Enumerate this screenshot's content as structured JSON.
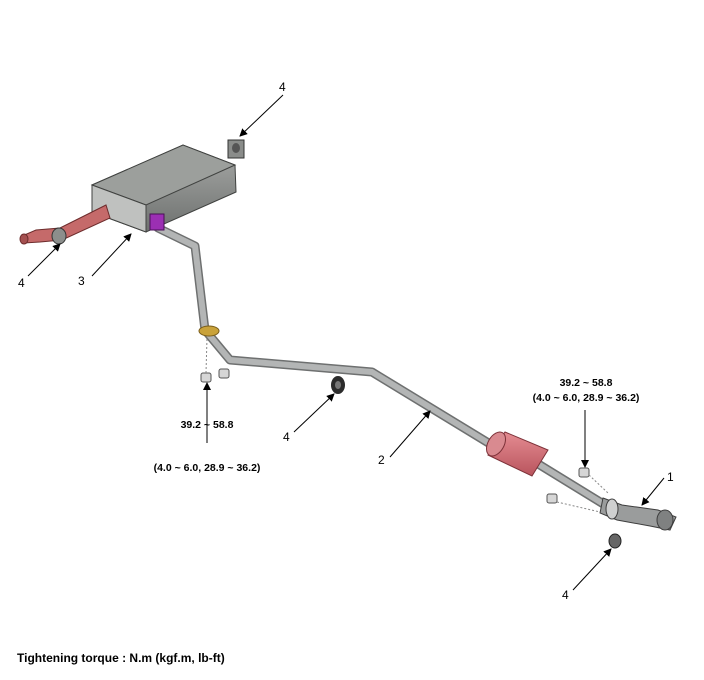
{
  "callouts": {
    "c1": "1",
    "c2": "2",
    "c3": "3",
    "c4_top": "4",
    "c4_left": "4",
    "c4_center": "4",
    "c4_bottom": "4"
  },
  "torque_specs": {
    "center": {
      "line1": "39.2 ~ 58.8",
      "line2": "(4.0 ~ 6.0, 28.9 ~ 36.2)"
    },
    "right": {
      "line1": "39.2 ~ 58.8",
      "line2": "(4.0 ~ 6.0, 28.9 ~ 36.2)"
    }
  },
  "caption": "Tightening torque : N.m (kgf.m, lb-ft)",
  "colors": {
    "muffler_body": "#8d908d",
    "pipe": "#a7a9a9",
    "tailpipe": "#c56a6a",
    "resonator": "#d16e76",
    "clamp": "#9b2fb3",
    "gasket": "#c9a23a"
  }
}
